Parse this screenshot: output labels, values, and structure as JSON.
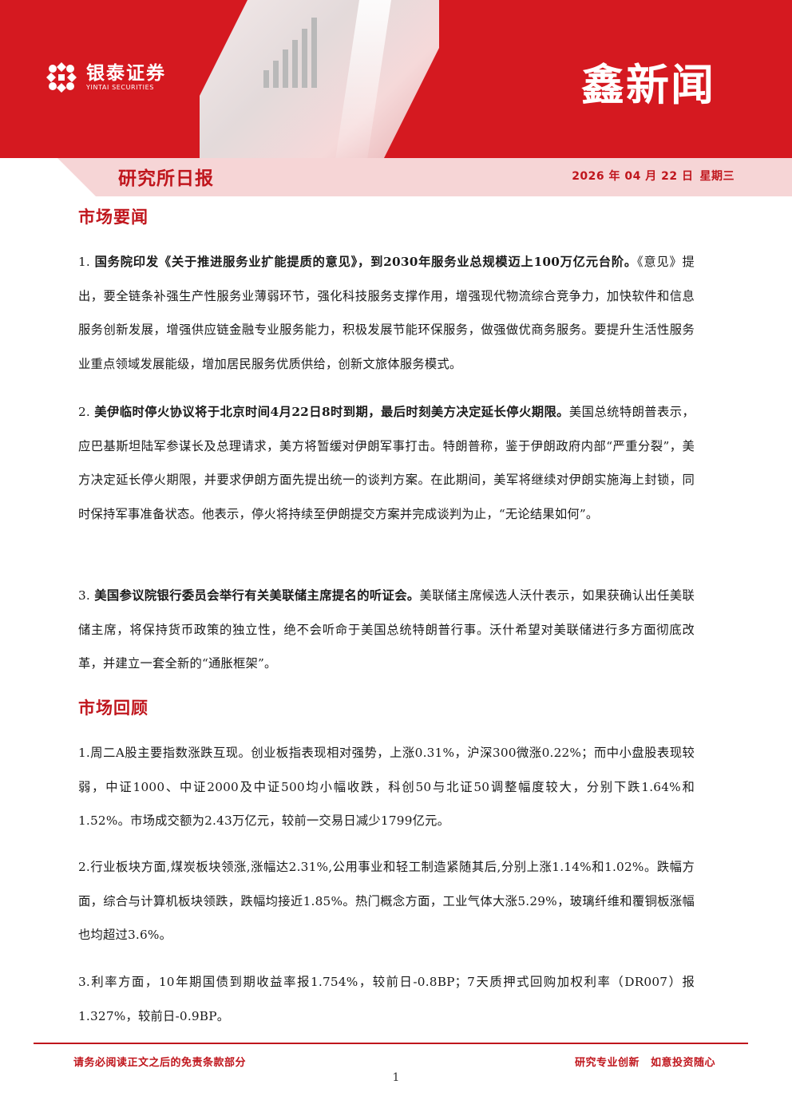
{
  "header": {
    "logo_cn": "银泰证券",
    "logo_en": "YINTAI SECURITIES",
    "masthead": "鑫新闻",
    "report_name": "研究所日报",
    "date": "2026 年 04 月 22 日",
    "weekday": "星期三",
    "colors": {
      "brand_red": "#d51920",
      "accent_red": "#c0161d",
      "pink": "#f6d5d6"
    }
  },
  "market_news": {
    "title": "市场要闻",
    "items": [
      {
        "num": "1.",
        "lead": "国务院印发《关于推进服务业扩能提质的意见》，到2030年服务业总规模迈上100万亿元台阶。",
        "body": "《意见》提出，要全链条补强生产性服务业薄弱环节，强化科技服务支撑作用，增强现代物流综合竞争力，加快软件和信息服务创新发展，增强供应链金融专业服务能力，积极发展节能环保服务，做强做优商务服务。要提升生活性服务业重点领域发展能级，增加居民服务优质供给，创新文旅体服务模式。"
      },
      {
        "num": "2.",
        "lead": "美伊临时停火协议将于北京时间4月22日8时到期，最后时刻美方决定延长停火期限。",
        "body": "美国总统特朗普表示，应巴基斯坦陆军参谋长及总理请求，美方将暂缓对伊朗军事打击。特朗普称，鉴于伊朗政府内部“严重分裂”，美方决定延长停火期限，并要求伊朗方面先提出统一的谈判方案。在此期间，美军将继续对伊朗实施海上封锁，同时保持军事准备状态。他表示，停火将持续至伊朗提交方案并完成谈判为止，“无论结果如何”。"
      },
      {
        "num": "3.",
        "lead": "美国参议院银行委员会举行有关美联储主席提名的听证会。",
        "body": "美联储主席候选人沃什表示，如果获确认出任美联储主席，将保持货币政策的独立性，绝不会听命于美国总统特朗普行事。沃什希望对美联储进行多方面彻底改革，并建立一套全新的“通胀框架”。"
      }
    ]
  },
  "market_review": {
    "title": "市场回顾",
    "items": [
      "1.周二A股主要指数涨跌互现。创业板指表现相对强势，上涨0.31%，沪深300微涨0.22%；而中小盘股表现较弱，中证1000、中证2000及中证500均小幅收跌，科创50与北证50调整幅度较大，分别下跌1.64%和1.52%。市场成交额为2.43万亿元，较前一交易日减少1799亿元。",
      "2.行业板块方面,煤炭板块领涨,涨幅达2.31%,公用事业和轻工制造紧随其后,分别上涨1.14%和1.02%。跌幅方面，综合与计算机板块领跌，跌幅均接近1.85%。热门概念方面，工业气体大涨5.29%，玻璃纤维和覆铜板涨幅也均超过3.6%。",
      "3.利率方面，10年期国债到期收益率报1.754%，较前日-0.8BP；7天质押式回购加权利率（DR007）报1.327%，较前日-0.9BP。"
    ]
  },
  "footer": {
    "disclaimer": "请务必阅读正文之后的免责条款部分",
    "slogan_1": "研究专业创新",
    "slogan_2": "如意投资随心",
    "page": "1"
  }
}
